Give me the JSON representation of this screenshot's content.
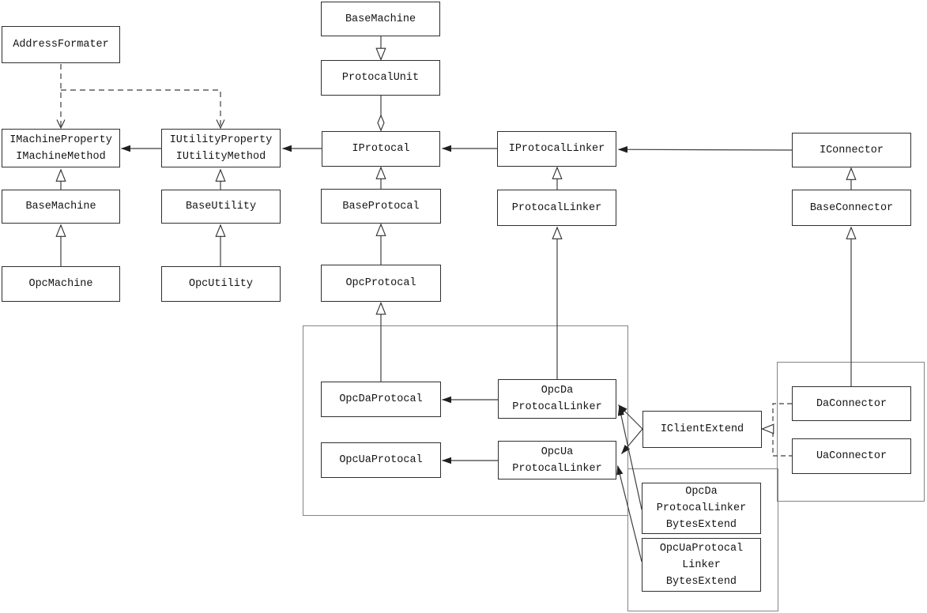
{
  "boxes": {
    "addressFormater": {
      "label": "AddressFormater"
    },
    "iMachine": {
      "label": "IMachineProperty\nIMachineMethod"
    },
    "iUtility": {
      "label": "IUtilityProperty\nIUtilityMethod"
    },
    "baseMachineLeft": {
      "label": "BaseMachine"
    },
    "baseUtility": {
      "label": "BaseUtility"
    },
    "opcMachine": {
      "label": "OpcMachine"
    },
    "opcUtility": {
      "label": "OpcUtility"
    },
    "baseMachineTop": {
      "label": "BaseMachine"
    },
    "protocalUnit": {
      "label": "ProtocalUnit"
    },
    "iProtocal": {
      "label": "IProtocal"
    },
    "iProtocalLinker": {
      "label": "IProtocalLinker"
    },
    "iConnector": {
      "label": "IConnector"
    },
    "baseProtocal": {
      "label": "BaseProtocal"
    },
    "protocalLinker": {
      "label": "ProtocalLinker"
    },
    "baseConnector": {
      "label": "BaseConnector"
    },
    "opcProtocal": {
      "label": "OpcProtocal"
    },
    "opcDaProtocal": {
      "label": "OpcDaProtocal"
    },
    "opcUaProtocal": {
      "label": "OpcUaProtocal"
    },
    "opcDaProtocalLinker": {
      "label": "OpcDa\nProtocalLinker"
    },
    "opcUaProtocalLinker": {
      "label": "OpcUa\nProtocalLinker"
    },
    "iClientExtend": {
      "label": "IClientExtend"
    },
    "daConnector": {
      "label": "DaConnector"
    },
    "uaConnector": {
      "label": "UaConnector"
    },
    "opcDaProtocalLinkerBytesExtend": {
      "label": "OpcDa\nProtocalLinker\nBytesExtend"
    },
    "opcUaProtocalLinkerBytesExtend": {
      "label": "OpcUaProtocal\nLinker\nBytesExtend"
    }
  },
  "colors": {
    "box_border": "#2f2f2f",
    "container_border": "#848484",
    "line": "#3f3f3f",
    "text": "#141414",
    "background": "#ffffff"
  }
}
